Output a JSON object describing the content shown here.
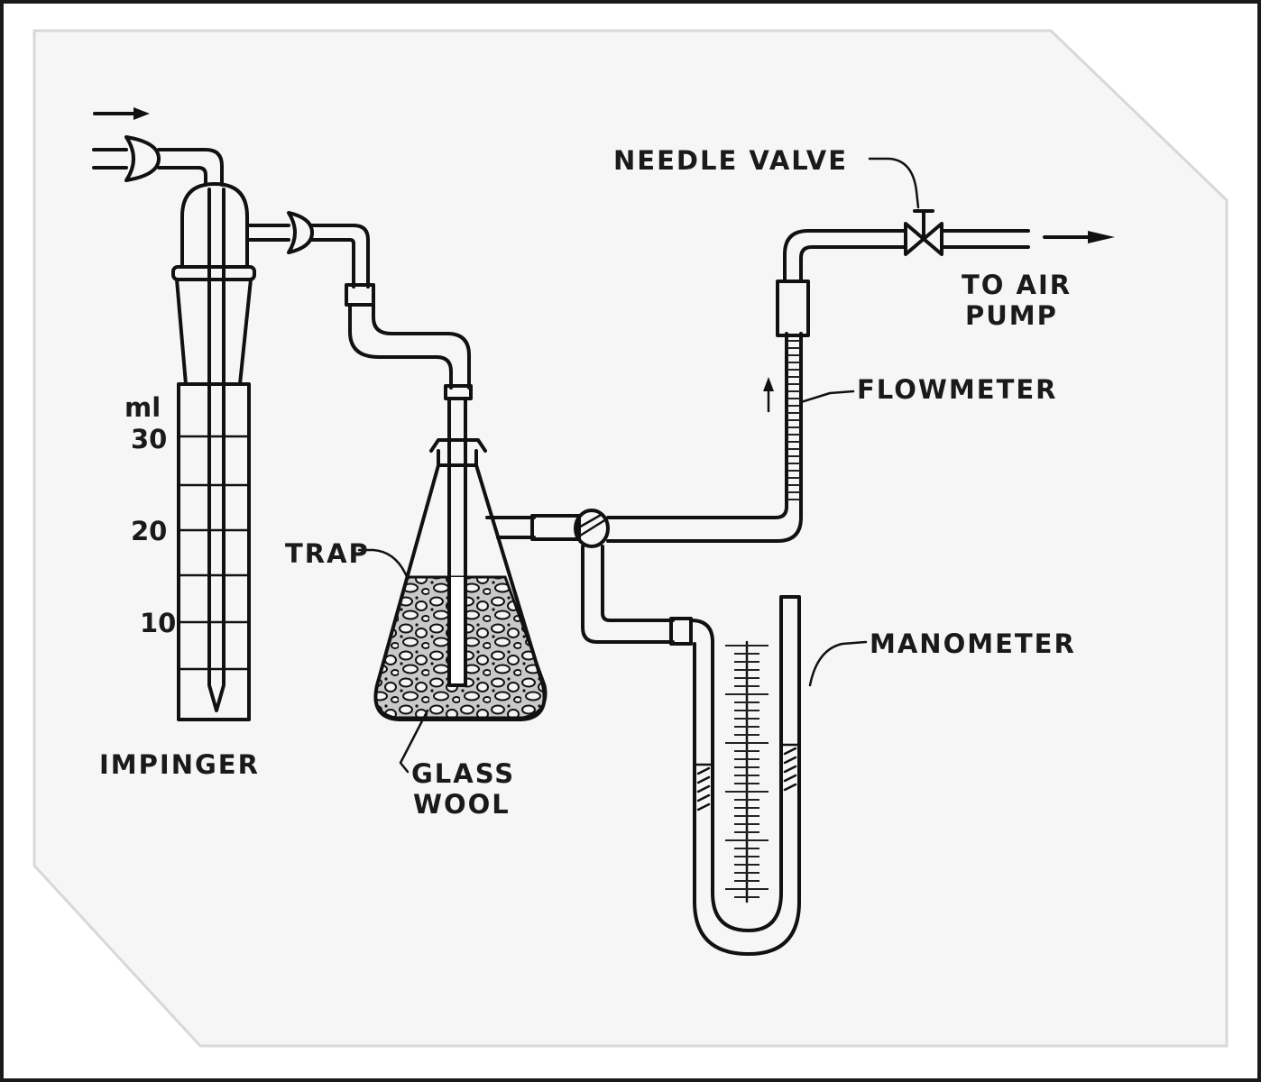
{
  "labels": {
    "needle_valve": "NEEDLE VALVE",
    "to_air_pump_line1": "TO AIR",
    "to_air_pump_line2": "PUMP",
    "flowmeter": "FLOWMETER",
    "trap": "TRAP",
    "manometer": "MANOMETER",
    "impinger": "IMPINGER",
    "glass_wool_line1": "GLASS",
    "glass_wool_line2": "WOOL"
  },
  "impinger_scale": {
    "unit": "ml",
    "ticks": [
      "30",
      "20",
      "10"
    ]
  },
  "colors": {
    "ink": "#111111",
    "background": "#ffffff",
    "frame_border": "#1a1a1a",
    "frame_panel": "#ececec"
  }
}
